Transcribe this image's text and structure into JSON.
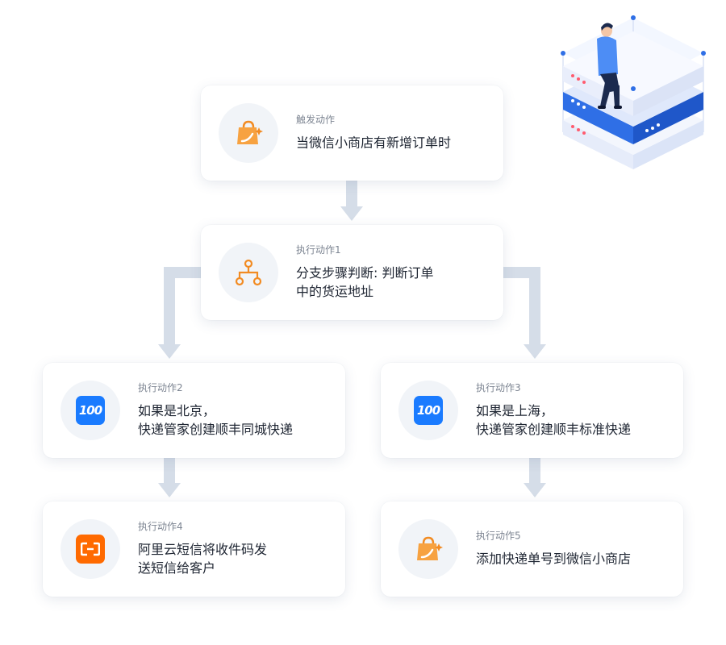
{
  "nodes": [
    {
      "id": "trigger",
      "icon": "shopping-bag-icon",
      "label": "触发动作",
      "desc_lines": [
        "当微信小商店有新增订单时"
      ]
    },
    {
      "id": "step1",
      "icon": "branch-icon",
      "label": "执行动作1",
      "desc_lines": [
        "分支步骤判断: 判断订单",
        "中的货运地址"
      ]
    },
    {
      "id": "step2",
      "icon": "kuaidi100-logo-icon",
      "label": "执行动作2",
      "desc_lines": [
        "如果是北京，",
        "快递管家创建顺丰同城快递"
      ]
    },
    {
      "id": "step3",
      "icon": "kuaidi100-logo-icon",
      "label": "执行动作3",
      "desc_lines": [
        "如果是上海，",
        "快递管家创建顺丰标准快递"
      ]
    },
    {
      "id": "step4",
      "icon": "aliyun-logo-icon",
      "label": "执行动作4",
      "desc_lines": [
        "阿里云短信将收件码发",
        "送短信给客户"
      ]
    },
    {
      "id": "step5",
      "icon": "shopping-bag-icon",
      "label": "执行动作5",
      "desc_lines": [
        "添加快递单号到微信小商店"
      ]
    }
  ],
  "logo_text": {
    "kuaidi100": "100"
  },
  "colors": {
    "orange": "#f28b22",
    "connector": "#d5dde8",
    "blue": "#1a7bff",
    "aliyun": "#ff6a00"
  }
}
